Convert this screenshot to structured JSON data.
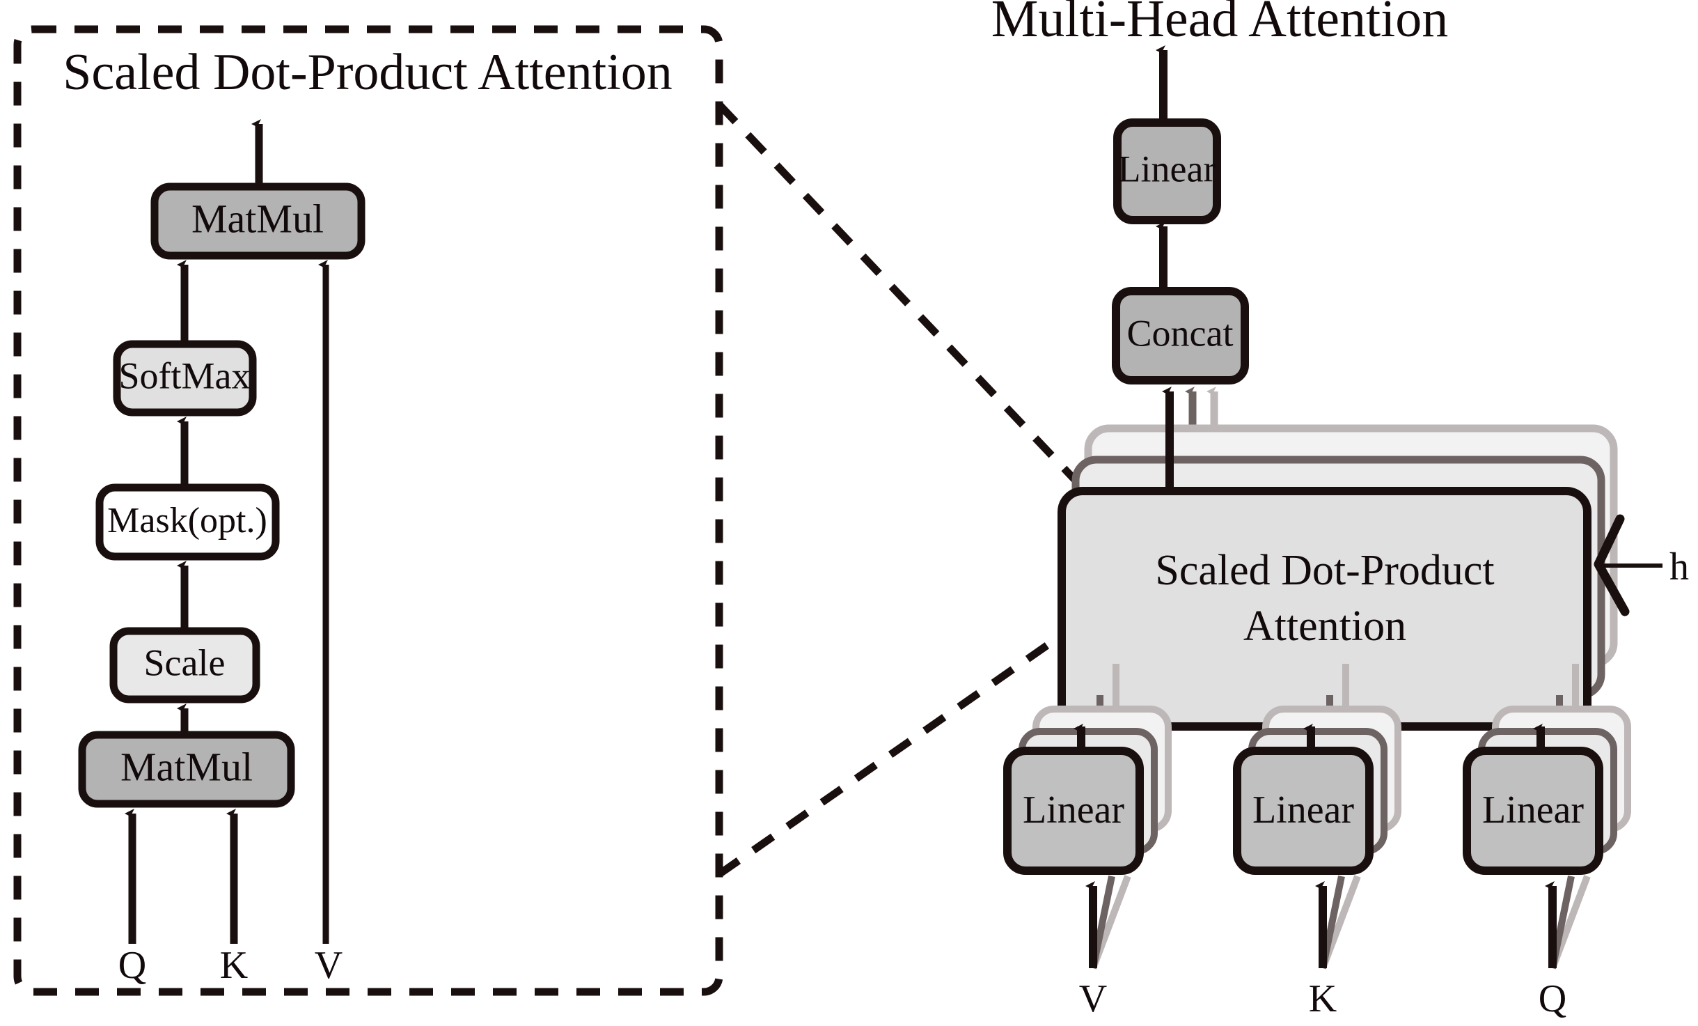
{
  "figure": {
    "left_panel": {
      "title": "Scaled Dot-Product Attention",
      "boxes": [
        {
          "id": "matmul-top",
          "label": "MatMul",
          "fill": "#b3b3b3"
        },
        {
          "id": "softmax",
          "label": "SoftMax",
          "fill": "#e0e0e0"
        },
        {
          "id": "mask",
          "label": "Mask(opt.)",
          "fill": "#ffffff"
        },
        {
          "id": "scale",
          "label": "Scale",
          "fill": "#e8e8e8"
        },
        {
          "id": "matmul-bot",
          "label": "MatMul",
          "fill": "#b3b3b3"
        }
      ],
      "inputs": [
        {
          "id": "q",
          "label": "Q"
        },
        {
          "id": "k",
          "label": "K"
        },
        {
          "id": "v",
          "label": "V"
        }
      ]
    },
    "right_panel": {
      "title": "Multi-Head Attention",
      "boxes": [
        {
          "id": "linear-out",
          "label": "Linear",
          "fill": "#b3b3b3"
        },
        {
          "id": "concat",
          "label": "Concat",
          "fill": "#b3b3b3"
        },
        {
          "id": "sdpa",
          "label_line1": "Scaled Dot-Product",
          "label_line2": "Attention",
          "fill": "#e0e0e0"
        },
        {
          "id": "linear-v",
          "label": "Linear",
          "fill": "#c0c0c0"
        },
        {
          "id": "linear-k",
          "label": "Linear",
          "fill": "#c0c0c0"
        },
        {
          "id": "linear-q",
          "label": "Linear",
          "fill": "#c0c0c0"
        }
      ],
      "heads_label": "h",
      "inputs": [
        {
          "id": "v",
          "label": "V"
        },
        {
          "id": "k",
          "label": "K"
        },
        {
          "id": "q",
          "label": "Q"
        }
      ]
    },
    "colors": {
      "stroke": "#1a0f0f",
      "dark_gray": "#b3b3b3",
      "mid_gray": "#e0e0e0",
      "white": "#ffffff",
      "layer_mid": "#6e6363",
      "layer_light": "#b9b3b3",
      "background": "#ffffff"
    }
  }
}
